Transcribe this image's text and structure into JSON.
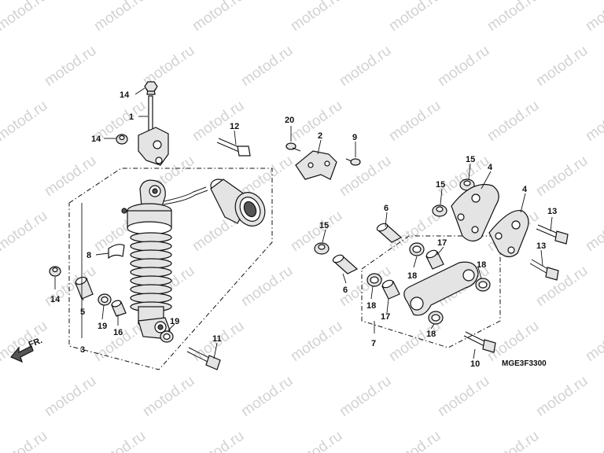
{
  "watermark": "motod.ru",
  "diagram_code": "MGE3F3300",
  "direction_label": "FR.",
  "callouts": {
    "c1": "1",
    "c2": "2",
    "c3": "3",
    "c4a": "4",
    "c4b": "4",
    "c5": "5",
    "c6a": "6",
    "c6b": "6",
    "c7": "7",
    "c8": "8",
    "c9": "9",
    "c10": "10",
    "c11": "11",
    "c12": "12",
    "c13a": "13",
    "c13b": "13",
    "c14a": "14",
    "c14b": "14",
    "c14c": "14",
    "c15a": "15",
    "c15b": "15",
    "c15c": "15",
    "c16": "16",
    "c17a": "17",
    "c17b": "17",
    "c18a": "18",
    "c18b": "18",
    "c18c": "18",
    "c18d": "18",
    "c19a": "19",
    "c19b": "19",
    "c20": "20"
  }
}
